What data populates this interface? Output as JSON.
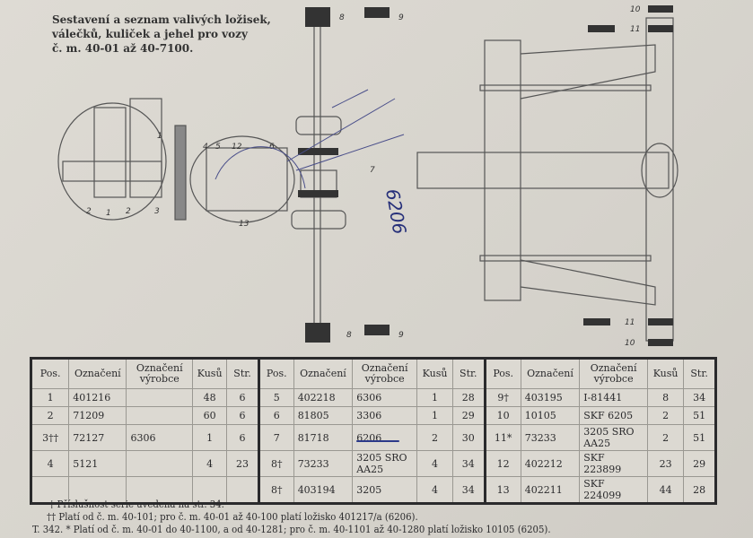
{
  "title_lines": [
    "Sestavení a seznam valivých ložisek,",
    "válečků, kuliček a jehel pro vozy",
    "č. m. 40-01 až 40-7100."
  ],
  "diagram": {
    "labels": [
      "8",
      "9",
      "10",
      "11",
      "4",
      "5",
      "12",
      "6",
      "1",
      "2",
      "1",
      "2",
      "3",
      "13",
      "7",
      "8",
      "9",
      "11",
      "10"
    ],
    "handwritten": "6206"
  },
  "table": {
    "headers": [
      "Pos.",
      "Označení",
      "Označení výrobce",
      "Kusů",
      "Str.",
      "Pos.",
      "Označení",
      "Označení výrobce",
      "Kusů",
      "Str.",
      "Pos.",
      "Označení",
      "Označení výrobce",
      "Kusů",
      "Str."
    ],
    "rows": [
      [
        "1",
        "401216",
        "",
        "48",
        "6",
        "5",
        "402218",
        "6306",
        "1",
        "28",
        "9†",
        "403195",
        "I-81441",
        "8",
        "34"
      ],
      [
        "2",
        "71209",
        "",
        "60",
        "6",
        "6",
        "81805",
        "3306",
        "1",
        "29",
        "10",
        "10105",
        "SKF 6205",
        "2",
        "51"
      ],
      [
        "3††",
        "72127",
        "6306",
        "1",
        "6",
        "7",
        "81718",
        "6206",
        "2",
        "30",
        "11*",
        "73233",
        "3205 SRO AA25",
        "2",
        "51"
      ],
      [
        "4",
        "5121",
        "",
        "4",
        "23",
        "8†",
        "73233",
        "3205 SRO AA25",
        "4",
        "34",
        "12",
        "402212",
        "SKF 223899",
        "23",
        "29"
      ],
      [
        "",
        "",
        "",
        "",
        "",
        "8†",
        "403194",
        "3205",
        "4",
        "34",
        "13",
        "402211",
        "SKF 224099",
        "44",
        "28"
      ]
    ]
  },
  "notes": [
    "      † Příslušnost serie uvedena na str. 34.",
    "     †† Platí od č. m. 40-101; pro č. m. 40-01 až 40-100 platí ložisko 401217/a (6206).",
    "T. 342. * Platí od č. m. 40-01 do 40-1100, a od 40-1281; pro č. m. 40-1101 až 40-1280 platí ložisko 10105 (6205)."
  ]
}
